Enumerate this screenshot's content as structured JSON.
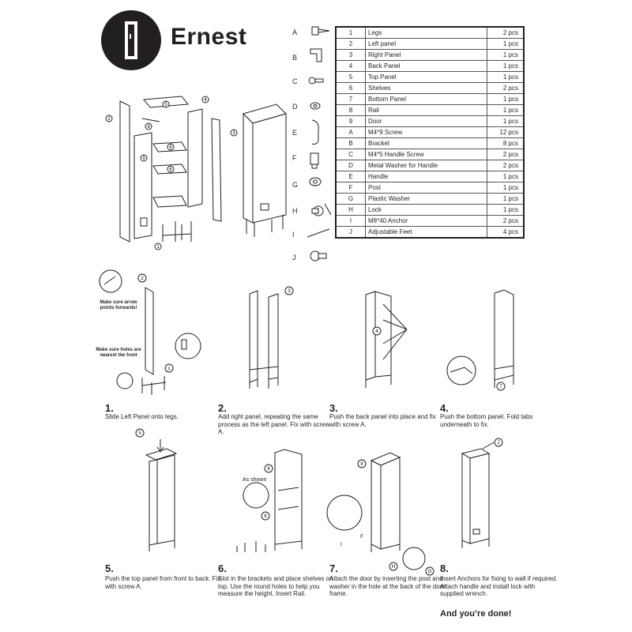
{
  "brand": {
    "title": "Ernest"
  },
  "parts_table": [
    {
      "id": "1",
      "name": "Legs",
      "qty": "2 pcs"
    },
    {
      "id": "2",
      "name": "Left panel",
      "qty": "1 pcs"
    },
    {
      "id": "3",
      "name": "Right Panel",
      "qty": "1 pcs"
    },
    {
      "id": "4",
      "name": "Back Panel",
      "qty": "1 pcs"
    },
    {
      "id": "5",
      "name": "Top Panel",
      "qty": "1 pcs"
    },
    {
      "id": "6",
      "name": "Shelves",
      "qty": "2 pcs"
    },
    {
      "id": "7",
      "name": "Bottom Panel",
      "qty": "1 pcs"
    },
    {
      "id": "8",
      "name": "Rail",
      "qty": "1 pcs"
    },
    {
      "id": "9",
      "name": "Door",
      "qty": "1 pcs"
    },
    {
      "id": "A",
      "name": "M4*9 Screw",
      "qty": "12 pcs"
    },
    {
      "id": "B",
      "name": "Bracket",
      "qty": "8 pcs"
    },
    {
      "id": "C",
      "name": "M4*5 Handle Screw",
      "qty": "2 pcs"
    },
    {
      "id": "D",
      "name": "Metal Washer for Handle",
      "qty": "2 pcs"
    },
    {
      "id": "E",
      "name": "Handle",
      "qty": "1 pcs"
    },
    {
      "id": "F",
      "name": "Post",
      "qty": "1 pcs"
    },
    {
      "id": "G",
      "name": "Plastic Washer",
      "qty": "1 pcs"
    },
    {
      "id": "H",
      "name": "Lock",
      "qty": "1 pcs"
    },
    {
      "id": "I",
      "name": "M8*40 Anchor",
      "qty": "2 pcs"
    },
    {
      "id": "J",
      "name": "Adjustable Feet",
      "qty": "4 pcs"
    }
  ],
  "hardware_letters": [
    "A",
    "B",
    "C",
    "D",
    "E",
    "F",
    "G",
    "H",
    "I",
    "J"
  ],
  "exploded_labels": [
    "1",
    "2",
    "3",
    "4",
    "5",
    "6",
    "6",
    "8",
    "9"
  ],
  "notes": {
    "arrow": "Make sure arrow points forwards!",
    "holes": "Make sure holes are nearest the front",
    "as_shown": "As shown"
  },
  "steps": [
    {
      "num": "1.",
      "text": "Slide Left Panel onto legs."
    },
    {
      "num": "2.",
      "text": "Add right panel, repeating the same process as the left panel. Fix with screw A."
    },
    {
      "num": "3.",
      "text": "Push the back panel into place and fix with screw A."
    },
    {
      "num": "4.",
      "text": "Push the bottom panel. Fold tabs underneath to fix."
    },
    {
      "num": "5.",
      "text": "Push the top panel from front to back. Fix with screw A."
    },
    {
      "num": "6.",
      "text": "Slot in the brackets and place shelves on top. Use the round holes to help you measure the height. Insert Rail."
    },
    {
      "num": "7.",
      "text": "Attach the door by inserting the post and washer in the hole at the back of the door frame."
    },
    {
      "num": "8.",
      "text": "Insert Anchors for fixing to wall if required. Attach handle and install lock with supplied wrench."
    }
  ],
  "step_callouts": {
    "s1": [
      "2",
      "1"
    ],
    "s2": [
      "3"
    ],
    "s3": [
      "4"
    ],
    "s4": [
      "7"
    ],
    "s5": [
      "5"
    ],
    "s6": [
      "8",
      "6"
    ],
    "s7": [
      "9",
      "F",
      "I",
      "H",
      "G"
    ],
    "s8": [
      "J"
    ]
  },
  "closing": "And you’re done!"
}
